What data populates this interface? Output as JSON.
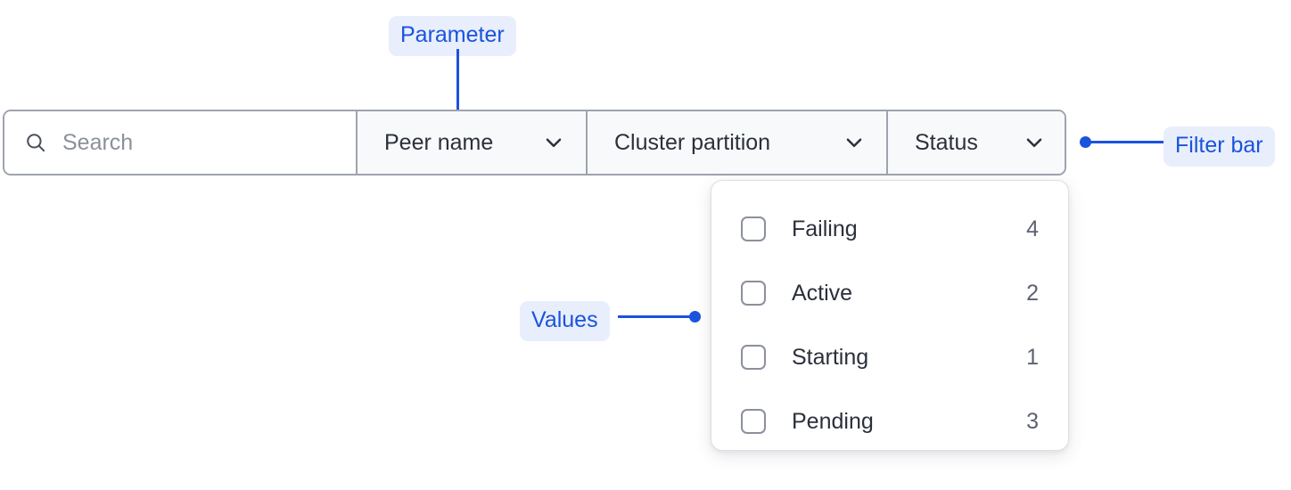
{
  "filter_bar": {
    "search": {
      "placeholder": "Search",
      "value": "",
      "icon": "search-icon"
    },
    "dropdowns": [
      {
        "label": "Peer name",
        "icon": "chevron-down-icon"
      },
      {
        "label": "Cluster partition",
        "icon": "chevron-down-icon"
      },
      {
        "label": "Status",
        "icon": "chevron-down-icon"
      }
    ]
  },
  "values_panel": {
    "options": [
      {
        "label": "Failing",
        "count": "4",
        "checked": false
      },
      {
        "label": "Active",
        "count": "2",
        "checked": false
      },
      {
        "label": "Starting",
        "count": "1",
        "checked": false
      },
      {
        "label": "Pending",
        "count": "3",
        "checked": false
      }
    ]
  },
  "annotations": [
    {
      "label": "Parameter",
      "color": "#1a53dd",
      "background": "#e8eefc"
    },
    {
      "label": "Filter bar",
      "color": "#1a53dd",
      "background": "#e8eefc"
    },
    {
      "label": "Values",
      "color": "#1a53dd",
      "background": "#e8eefc"
    }
  ],
  "colors": {
    "accent": "#1a53dd",
    "badge_background": "#e8eefc",
    "bar_border": "#9ea3ae",
    "bar_background": "#f8f9fa",
    "text_primary": "#2b303b",
    "text_muted": "#8b909b",
    "panel_border": "#dcdfe5"
  }
}
